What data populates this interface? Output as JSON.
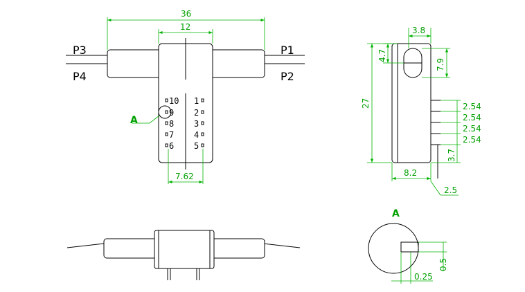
{
  "ports": {
    "p1": "P1",
    "p2": "P2",
    "p3": "P3",
    "p4": "P4"
  },
  "callout": {
    "label": "A",
    "detail_title": "A"
  },
  "pins": {
    "left": [
      "10",
      "9",
      "8",
      "7",
      "6"
    ],
    "right": [
      "1",
      "2",
      "3",
      "4",
      "5"
    ]
  },
  "dimensions": {
    "overall_length": "36",
    "body_width": "12",
    "pin_row_spacing": "7.62",
    "side_top_width": "3.8",
    "side_slot_offset": "4.7",
    "side_slot_height": "7.9",
    "side_height": "27",
    "pin_pitch": [
      "2.54",
      "2.54",
      "2.54",
      "2.54"
    ],
    "pin_bottom": "3.7",
    "side_width": "8.2",
    "pin_length": "2.5",
    "detail_height": "0.5",
    "detail_width": "0.25"
  },
  "colors": {
    "dimension": "#00a000",
    "outline": "#000000"
  }
}
